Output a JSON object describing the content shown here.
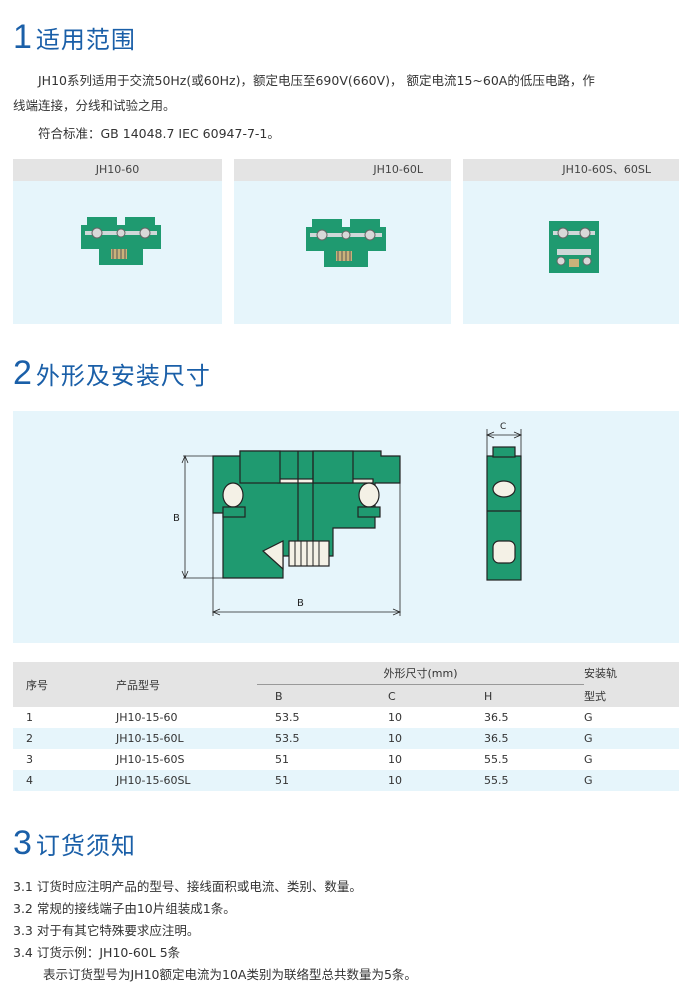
{
  "section1": {
    "num": "1",
    "title": "适用范围",
    "para1_line1": "JH10系列适用于交流50Hz(或60Hz)，额定电压至690V(660V)， 额定电流15~60A的低压电路，作",
    "para1_line2": "线端连接，分线和试验之用。",
    "para2": "符合标准：GB 14048.7   IEC 60947-7-1。"
  },
  "products": [
    {
      "label": "JH10-60"
    },
    {
      "label": "JH10-60L"
    },
    {
      "label": "JH10-60S、60SL"
    }
  ],
  "section2": {
    "num": "2",
    "title": "外形及安装尺寸",
    "dim_b_vertical": "B",
    "dim_b_horizontal": "B",
    "dim_c": "C"
  },
  "table": {
    "h_index": "序号",
    "h_model": "产品型号",
    "h_dims": "外形尺寸(mm)",
    "h_rail_1": "安装轨",
    "h_rail_2": "型式",
    "h_b": "B",
    "h_c": "C",
    "h_h": "H",
    "rows": [
      {
        "no": "1",
        "model": "JH10-15-60",
        "b": "53.5",
        "c": "10",
        "h": "36.5",
        "rail": "G"
      },
      {
        "no": "2",
        "model": "JH10-15-60L",
        "b": "53.5",
        "c": "10",
        "h": "36.5",
        "rail": "G"
      },
      {
        "no": "3",
        "model": "JH10-15-60S",
        "b": "51",
        "c": "10",
        "h": "55.5",
        "rail": "G"
      },
      {
        "no": "4",
        "model": "JH10-15-60SL",
        "b": "51",
        "c": "10",
        "h": "55.5",
        "rail": "G"
      }
    ]
  },
  "section3": {
    "num": "3",
    "title": "订货须知",
    "items": [
      "3.1 订货时应注明产品的型号、接线面积或电流、类别、数量。",
      "3.2 常规的接线端子由10片组装成1条。",
      "3.3 对于有其它特殊要求应注明。",
      "3.4 订货示例：JH10-60L  5条"
    ],
    "note": "表示订货型号为JH10额定电流为10A类别为联络型总共数量为5条。"
  },
  "colors": {
    "accent": "#1a5fa8",
    "green": "#1f9a70",
    "light_blue": "#e6f5fb",
    "gray": "#e4e4e4"
  }
}
